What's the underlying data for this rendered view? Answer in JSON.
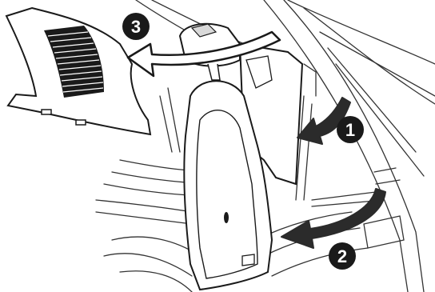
{
  "illustration": {
    "colors": {
      "ink": "#1a1a1a",
      "line": "#333333",
      "fill": "#ffffff",
      "shade": "#d9d9d9",
      "arrow": "#2b2b2b"
    },
    "steps": [
      {
        "number": "1",
        "direction": "left"
      },
      {
        "number": "2",
        "direction": "left"
      },
      {
        "number": "3",
        "direction": "left"
      }
    ]
  }
}
